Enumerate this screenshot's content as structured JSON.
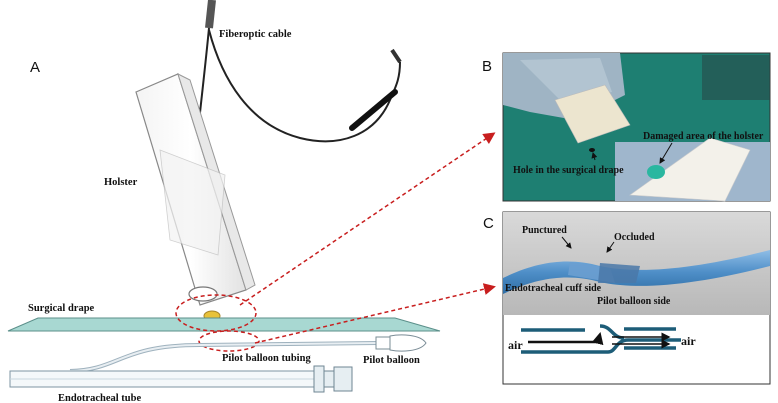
{
  "panels": {
    "a": "A",
    "b": "B",
    "c": "C"
  },
  "labels": {
    "fiberoptic_cable": "Fiberoptic cable",
    "holster": "Holster",
    "surgical_drape": "Surgical drape",
    "pilot_balloon_tubing": "Pilot balloon tubing",
    "pilot_balloon": "Pilot balloon",
    "endotracheal_tube": "Endotracheal tube"
  },
  "panel_b": {
    "hole": "Hole in the surgical drape",
    "damaged": "Damaged area of the holster"
  },
  "panel_c": {
    "punctured": "Punctured",
    "occluded": "Occluded",
    "cuff_side": "Endotracheal cuff side",
    "balloon_side": "Pilot balloon side",
    "air_left": "air",
    "air_right": "air"
  },
  "colors": {
    "drape": "#a8d8d2",
    "drape_photo": "#1e7f72",
    "tube_blue": "#5b9bd1",
    "dark_teal": "#1d5d78",
    "arrow_red": "#c81e1e"
  }
}
